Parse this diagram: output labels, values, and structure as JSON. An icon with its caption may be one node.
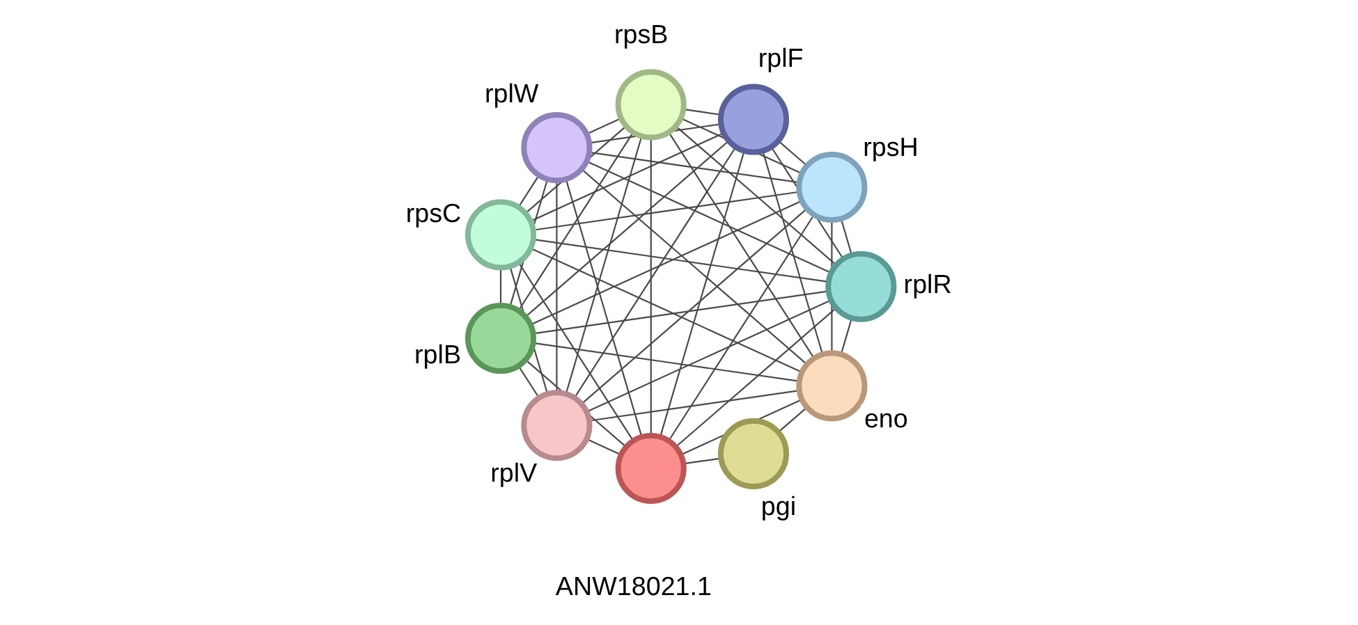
{
  "diagram": {
    "nodes": [
      {
        "text": [],
        "shape": "circle",
        "beside": [
          "pgi"
        ]
      },
      {
        "text": [],
        "shape": "circle",
        "beside": [
          "eno"
        ]
      },
      {
        "text": [],
        "shape": "circle",
        "beside": [
          "rplR"
        ]
      },
      {
        "text": [],
        "shape": "circle",
        "beside": [
          "ANW18021.1"
        ]
      },
      {
        "text": [],
        "shape": "circle",
        "beside": [
          "rplV"
        ]
      },
      {
        "text": [],
        "shape": "circle",
        "beside": [
          "rplB"
        ]
      },
      {
        "text": [],
        "shape": "circle",
        "beside": [
          "rpsC"
        ]
      },
      {
        "text": [],
        "shape": "circle",
        "beside": [
          "rplW"
        ]
      },
      {
        "text": [],
        "shape": "circle",
        "beside": [
          "rpsB"
        ]
      },
      {
        "text": [],
        "shape": "circle",
        "beside": [
          "rplF"
        ]
      },
      {
        "text": [],
        "shape": "circle",
        "beside": [
          "rpsH"
        ]
      }
    ],
    "edges": [
      {
        "from": 0,
        "to": 1,
        "arrow": "none"
      },
      {
        "from": 0,
        "to": 3,
        "arrow": "none"
      },
      {
        "from": 1,
        "to": 2,
        "arrow": "none"
      },
      {
        "from": 1,
        "to": 3,
        "arrow": "none"
      },
      {
        "from": 1,
        "to": 4,
        "arrow": "none"
      },
      {
        "from": 1,
        "to": 5,
        "arrow": "none"
      },
      {
        "from": 1,
        "to": 6,
        "arrow": "none"
      },
      {
        "from": 1,
        "to": 7,
        "arrow": "none"
      },
      {
        "from": 1,
        "to": 8,
        "arrow": "none"
      },
      {
        "from": 1,
        "to": 9,
        "arrow": "none"
      },
      {
        "from": 1,
        "to": 10,
        "arrow": "none"
      },
      {
        "from": 2,
        "to": 3,
        "arrow": "none"
      },
      {
        "from": 2,
        "to": 4,
        "arrow": "none"
      },
      {
        "from": 2,
        "to": 5,
        "arrow": "none"
      },
      {
        "from": 2,
        "to": 6,
        "arrow": "none"
      },
      {
        "from": 2,
        "to": 7,
        "arrow": "none"
      },
      {
        "from": 2,
        "to": 8,
        "arrow": "none"
      },
      {
        "from": 2,
        "to": 9,
        "arrow": "none"
      },
      {
        "from": 2,
        "to": 10,
        "arrow": "none"
      },
      {
        "from": 3,
        "to": 4,
        "arrow": "none"
      },
      {
        "from": 3,
        "to": 5,
        "arrow": "none"
      },
      {
        "from": 3,
        "to": 6,
        "arrow": "none"
      },
      {
        "from": 3,
        "to": 7,
        "arrow": "none"
      },
      {
        "from": 3,
        "to": 8,
        "arrow": "none"
      },
      {
        "from": 3,
        "to": 9,
        "arrow": "none"
      },
      {
        "from": 3,
        "to": 10,
        "arrow": "none"
      },
      {
        "from": 4,
        "to": 5,
        "arrow": "none"
      },
      {
        "from": 4,
        "to": 6,
        "arrow": "none"
      },
      {
        "from": 4,
        "to": 7,
        "arrow": "none"
      },
      {
        "from": 4,
        "to": 8,
        "arrow": "none"
      },
      {
        "from": 4,
        "to": 9,
        "arrow": "none"
      },
      {
        "from": 4,
        "to": 10,
        "arrow": "none"
      },
      {
        "from": 5,
        "to": 6,
        "arrow": "none"
      },
      {
        "from": 5,
        "to": 7,
        "arrow": "none"
      },
      {
        "from": 5,
        "to": 8,
        "arrow": "none"
      },
      {
        "from": 5,
        "to": 9,
        "arrow": "none"
      },
      {
        "from": 5,
        "to": 10,
        "arrow": "none"
      },
      {
        "from": 6,
        "to": 7,
        "arrow": "none"
      },
      {
        "from": 6,
        "to": 8,
        "arrow": "none"
      },
      {
        "from": 6,
        "to": 9,
        "arrow": "none"
      },
      {
        "from": 6,
        "to": 10,
        "arrow": "none"
      },
      {
        "from": 7,
        "to": 8,
        "arrow": "none"
      },
      {
        "from": 7,
        "to": 9,
        "arrow": "none"
      },
      {
        "from": 7,
        "to": 10,
        "arrow": "none"
      },
      {
        "from": 8,
        "to": 9,
        "arrow": "none"
      },
      {
        "from": 8,
        "to": 10,
        "arrow": "none"
      },
      {
        "from": 9,
        "to": 10,
        "arrow": "none"
      }
    ]
  }
}
